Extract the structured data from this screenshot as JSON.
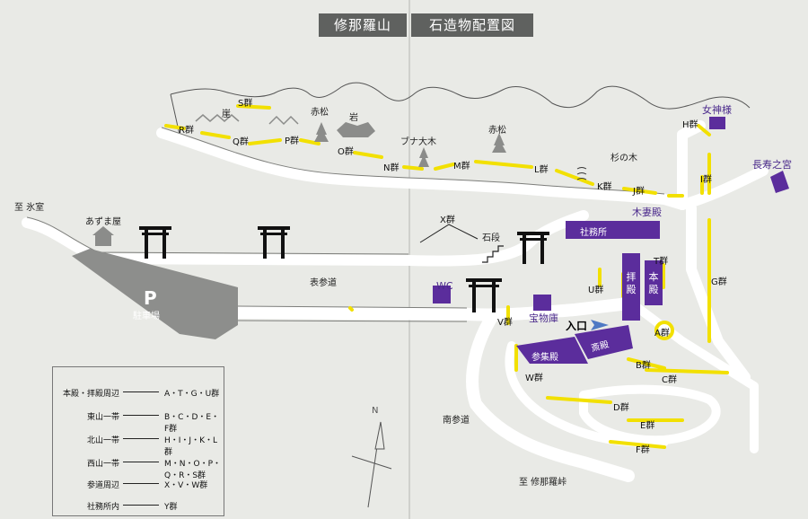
{
  "titles": {
    "mountain": "修那羅山",
    "map": "石造物配置図"
  },
  "colors": {
    "road": "#ffffff",
    "path_yellow": "#f2e000",
    "building_purple": "#5b2d9c",
    "parking_gray": "#8d8e8c",
    "label_purple": "#4b2a8c"
  },
  "groups": {
    "a": "A群",
    "b": "B群",
    "c": "C群",
    "d": "D群",
    "e": "E群",
    "f": "F群",
    "g": "G群",
    "h": "H群",
    "i": "I群",
    "j": "J群",
    "k": "K群",
    "l": "L群",
    "m": "M群",
    "n": "N群",
    "o": "O群",
    "p": "P群",
    "q": "Q群",
    "r": "R群",
    "s": "S群",
    "t": "T群",
    "u": "U群",
    "v": "V群",
    "w": "W群",
    "x": "X群"
  },
  "places": {
    "himuro": "至 氷室",
    "azumaya": "あずま屋",
    "parking": "駐車場",
    "parking_sign": "P",
    "omote_sando": "表参道",
    "minami_sando": "南参道",
    "toge": "至 修那羅峠",
    "ishidan": "石段",
    "iwa": "岩",
    "gake": "崖",
    "akamatsu_1": "赤松",
    "akamatsu_2": "赤松",
    "buna": "ブナ大木",
    "sugi": "杉の木",
    "entrance": "入口",
    "north": "N"
  },
  "buildings": {
    "shamusho": "社務所",
    "haiden": "拝殿",
    "honden": "本殿",
    "sanshuden": "参集殿",
    "saiden": "斎殿",
    "wc": "WC",
    "homotsuko": "宝物庫",
    "kitsumaden": "木妻殿",
    "megamisama": "女神様",
    "chojunomiya": "長寿之宮"
  },
  "legend": {
    "rows": [
      {
        "area": "本殿・拝殿周辺",
        "groups": "A・T・G・U群"
      },
      {
        "area": "東山一帯",
        "groups": "B・C・D・E・F群"
      },
      {
        "area": "北山一帯",
        "groups": "H・I・J・K・L群"
      },
      {
        "area": "西山一帯",
        "groups": "M・N・O・P・Q・R・S群"
      },
      {
        "area": "参道周辺",
        "groups": "X・V・W群"
      },
      {
        "area": "社務所内",
        "groups": "Y群"
      }
    ]
  }
}
